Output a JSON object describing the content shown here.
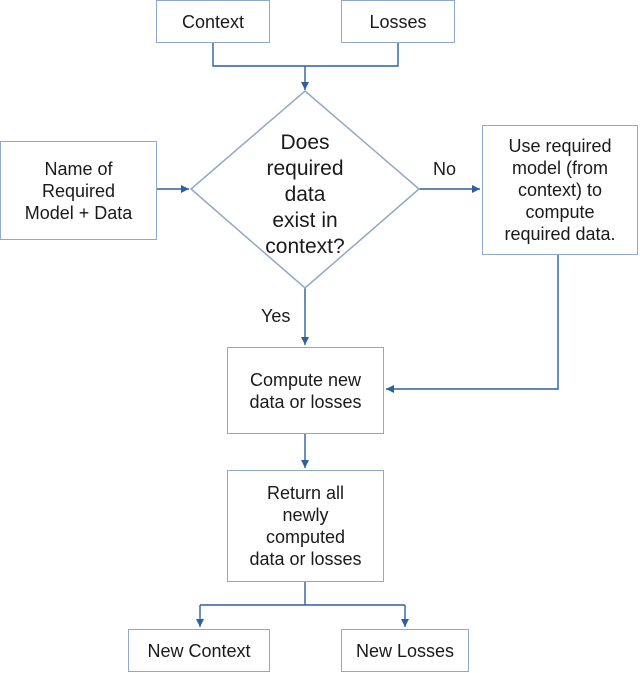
{
  "inputs": {
    "context": "Context",
    "losses": "Losses"
  },
  "name_box": "Name of\nRequired\nModel + Data",
  "decision": "Does\nrequired\ndata\nexist in\ncontext?",
  "no_label": "No",
  "yes_label": "Yes",
  "use_model_box": "Use required\nmodel (from\ncontext) to\ncompute\nrequired data.",
  "compute_box": "Compute new\ndata or losses",
  "return_box": "Return all\nnewly\ncomputed\ndata or losses",
  "outputs": {
    "new_context": "New Context",
    "new_losses": "New Losses"
  },
  "colors": {
    "line": "#2e5f9e",
    "border": "#8fa9c8"
  }
}
